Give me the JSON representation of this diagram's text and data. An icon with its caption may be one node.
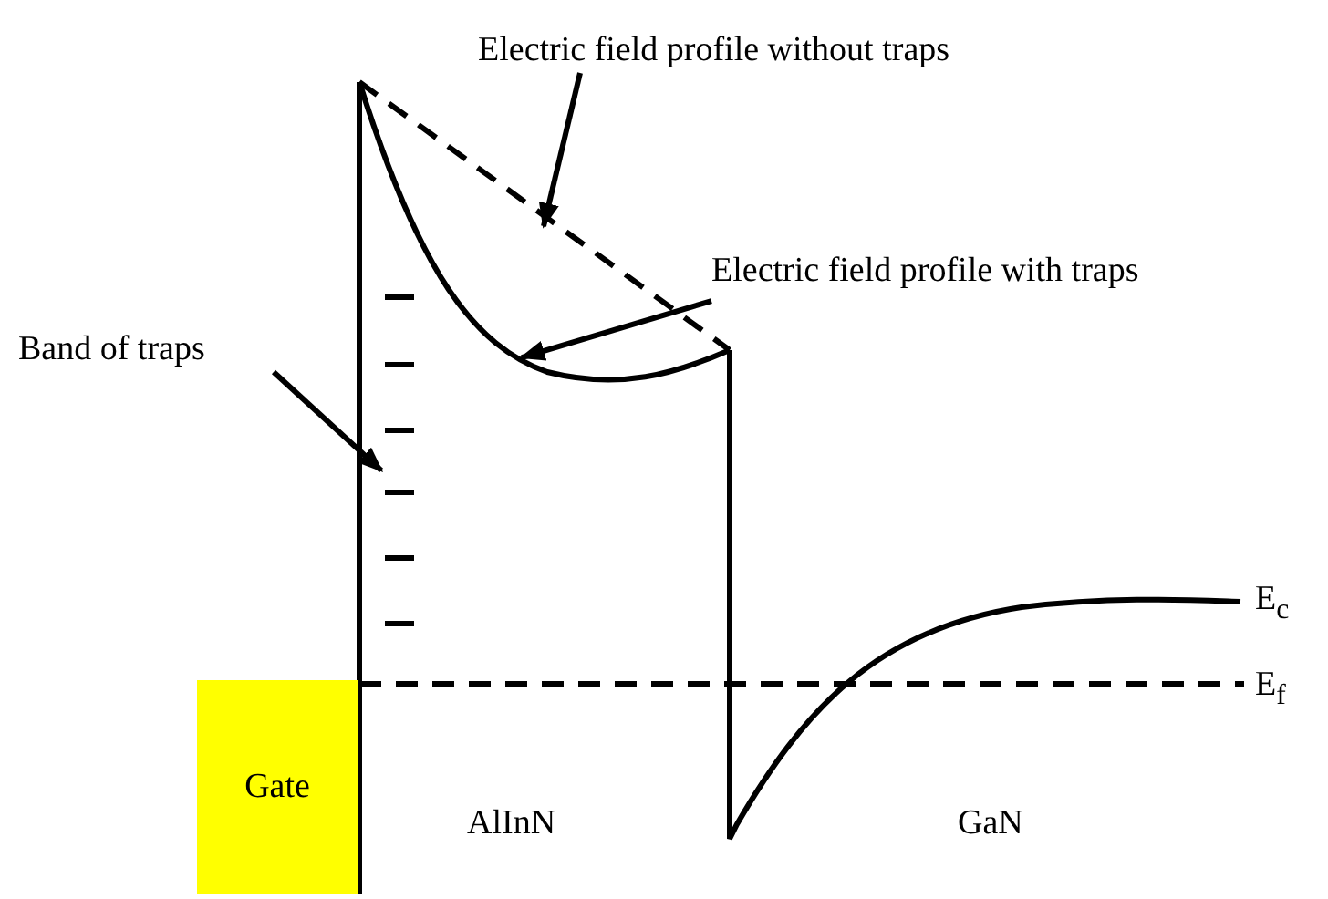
{
  "diagram": {
    "nodes": [
      {
        "text": [
          "Electric field profile without traps"
        ]
      },
      {
        "text": [],
        "shape": "line"
      },
      {
        "text": [
          "Electric field profile with traps"
        ]
      },
      {
        "text": [],
        "shape": "curve"
      },
      {
        "text": [
          "Band of traps"
        ]
      },
      {
        "text": [],
        "shape": "dashes"
      },
      {
        "text": [
          "Gate"
        ]
      }
    ],
    "edges": [
      {
        "from": 0,
        "to": 1,
        "arrow": "to"
      },
      {
        "from": 2,
        "to": 3,
        "arrow": "to"
      },
      {
        "from": 4,
        "to": 5,
        "arrow": "to"
      }
    ],
    "labels": [
      "AlInN",
      "GaN",
      "E$_{c}$",
      "E$_{f}$"
    ]
  }
}
